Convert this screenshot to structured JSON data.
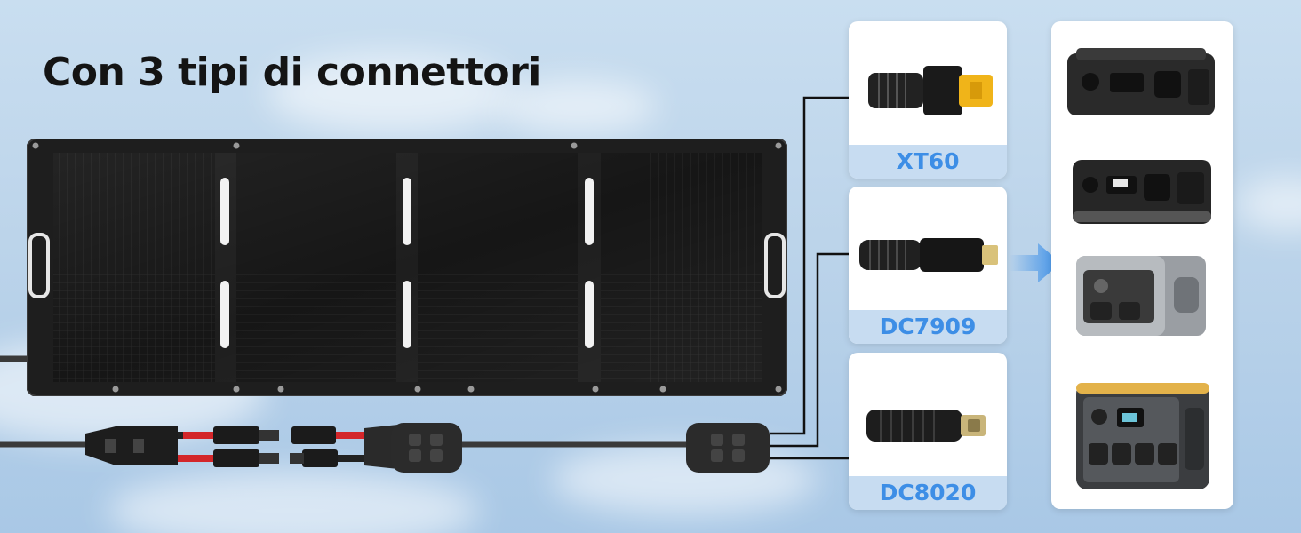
{
  "headline": "Con 3 tipi di connettori",
  "connectors": [
    {
      "label": "XT60",
      "icon": "xt60-connector-icon"
    },
    {
      "label": "DC7909",
      "icon": "dc7909-connector-icon"
    },
    {
      "label": "DC8020",
      "icon": "dc8020-connector-icon"
    }
  ],
  "devices": [
    "power-station-1",
    "power-station-2",
    "power-station-3",
    "power-station-4"
  ],
  "colors": {
    "label_text": "#3d8ee6",
    "label_bg": "#c7dcf1",
    "arrow": "#3b8fe8"
  }
}
